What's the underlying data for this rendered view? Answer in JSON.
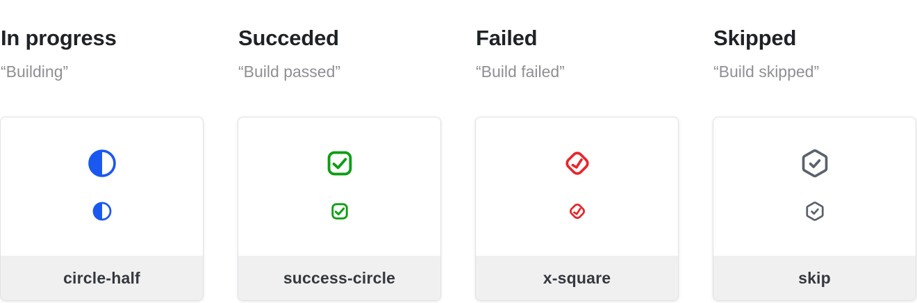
{
  "page": {
    "background_color": "#ffffff",
    "footer_background_color": "#f0f0f1",
    "heading_color": "#1f2226",
    "subtitle_color": "#8f8f94",
    "label_color": "#35383d"
  },
  "columns": [
    {
      "title": "In progress",
      "subtitle": "“Building”",
      "icon": "circle-half-icon",
      "label": "circle-half",
      "color": "#1a58f0"
    },
    {
      "title": "Succeded",
      "subtitle": "“Build passed”",
      "icon": "check-square-icon",
      "label": "success-circle",
      "color": "#0d9e12"
    },
    {
      "title": "Failed",
      "subtitle": "“Build failed”",
      "icon": "diamond-check-icon",
      "label": "x-square",
      "color": "#e8252a"
    },
    {
      "title": "Skipped",
      "subtitle": "“Build skipped”",
      "icon": "hexagon-check-icon",
      "label": "skip",
      "color": "#5b616e"
    }
  ]
}
